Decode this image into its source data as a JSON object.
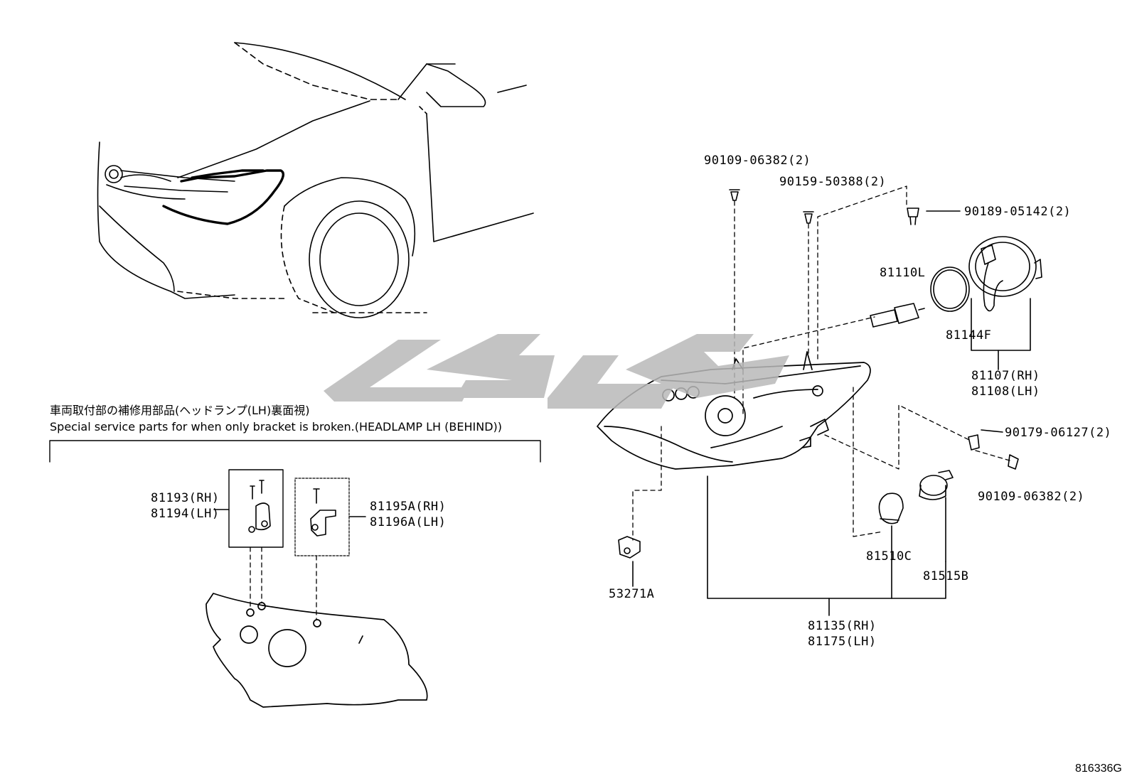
{
  "special_note": {
    "jp": "車両取付部の補修用部品(ヘッドランプ(LH)裏面視)",
    "en": "Special service parts for when only bracket is broken.(HEADLAMP LH (BEHIND))"
  },
  "parts": {
    "p90109_top": "90109-06382(2)",
    "p90159": "90159-50388(2)",
    "p90189": "90189-05142(2)",
    "p81110": "81110L",
    "p81144": "81144F",
    "p81107": "81107(RH)",
    "p81108": "81108(LH)",
    "p90179": "90179-06127(2)",
    "p90109_bottom": "90109-06382(2)",
    "p81510": "81510C",
    "p81515": "81515B",
    "p53271": "53271A",
    "p81135": "81135(RH)",
    "p81175": "81175(LH)",
    "p81193": "81193(RH)",
    "p81194": "81194(LH)",
    "p81195": "81195A(RH)",
    "p81196": "81196A(LH)"
  },
  "diagram_code": "816336G",
  "colors": {
    "line": "#000000",
    "watermark": "#b9b9b9"
  }
}
